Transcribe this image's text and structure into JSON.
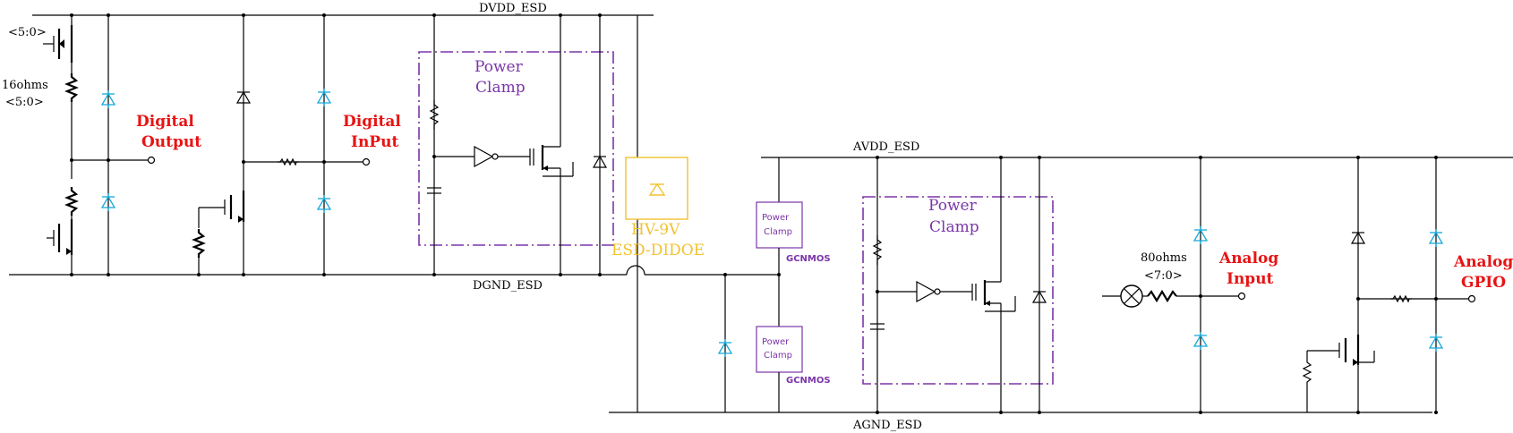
{
  "nets": {
    "dvdd": "DVDD_ESD",
    "dgnd": "DGND_ESD",
    "avdd": "AVDD_ESD",
    "agnd": "AGND_ESD"
  },
  "labels": {
    "digital_output": [
      "Digital",
      "Output"
    ],
    "digital_input": [
      "Digital",
      "InPut"
    ],
    "analog_input": [
      "Analog",
      "Input"
    ],
    "analog_gpio": [
      "Analog",
      "GPIO"
    ]
  },
  "annotations": {
    "bus_top": "<5:0>",
    "res_value": "16ohms",
    "bus_bottom": "<5:0>",
    "analog_res_value": "80ohms",
    "analog_bus": "<7:0>"
  },
  "power_clamp": {
    "label_line1": "Power",
    "label_line2": "Clamp",
    "gcnmos": "GCNMOS"
  },
  "hv_diode": [
    "HV-9V",
    "ESD-DIDOE"
  ],
  "colors": {
    "wire": "#000000",
    "esd_diode": "#13a8d8",
    "power_clamp": "#7b35a8",
    "hv_diode": "#f2c230",
    "pad_label": "#e81414"
  }
}
